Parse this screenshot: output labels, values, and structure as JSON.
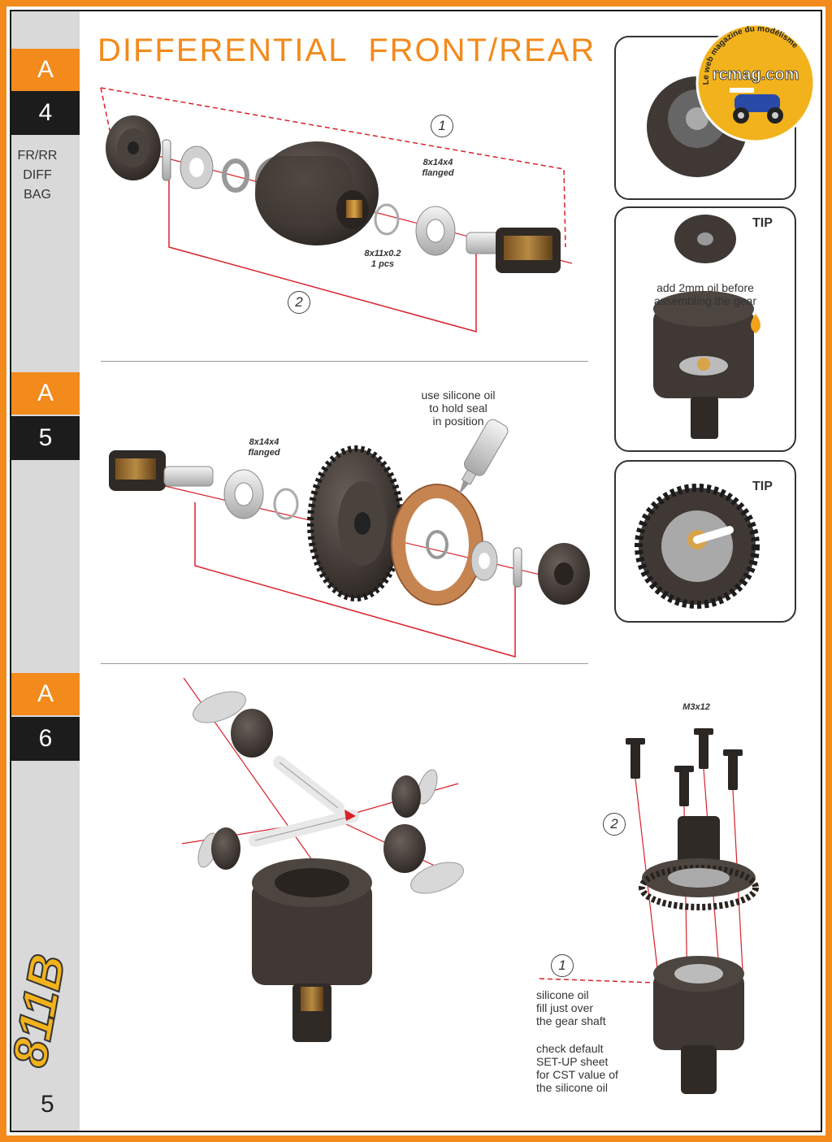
{
  "title": "DIFFERENTIAL  FRONT/REAR",
  "sidebar": {
    "steps": [
      {
        "letter": "A",
        "number": "4"
      },
      {
        "letter": "A",
        "number": "5"
      },
      {
        "letter": "A",
        "number": "6"
      }
    ],
    "bag_label": [
      "FR/RR",
      "DIFF",
      "BAG"
    ],
    "page_number": "5"
  },
  "step_a4": {
    "bearing_label": [
      "8x14x4",
      "flanged"
    ],
    "shim_label": [
      "8x11x0.2",
      "1 pcs"
    ],
    "callouts": [
      "1",
      "2"
    ]
  },
  "step_a5": {
    "bearing_label": [
      "8x14x4",
      "flanged"
    ],
    "oil_note": [
      "use silicone oil",
      "to hold seal",
      "in position"
    ]
  },
  "step_a6": {
    "screw_label": "M3x12",
    "callouts": [
      "1",
      "2"
    ],
    "oil_note": [
      "silicone oil",
      "fill just over",
      "the gear shaft"
    ],
    "setup_note": [
      "check default",
      "SET-UP sheet",
      "for CST value of",
      "the silicone oil"
    ]
  },
  "tips": {
    "tip1_title": "TIP",
    "tip1_text": [
      "add 2mm oil before",
      "assembling the gear"
    ],
    "tip2_title": "TIP"
  },
  "watermark": {
    "site": "rcmag.com",
    "tagline": "Le web magazine du modélisme"
  },
  "colors": {
    "accent": "#f28a1c",
    "dark": "#1c1c1c",
    "sidebar": "#d9d9d9",
    "part_dark": "#3f3834",
    "red_line": "#d8202a"
  }
}
